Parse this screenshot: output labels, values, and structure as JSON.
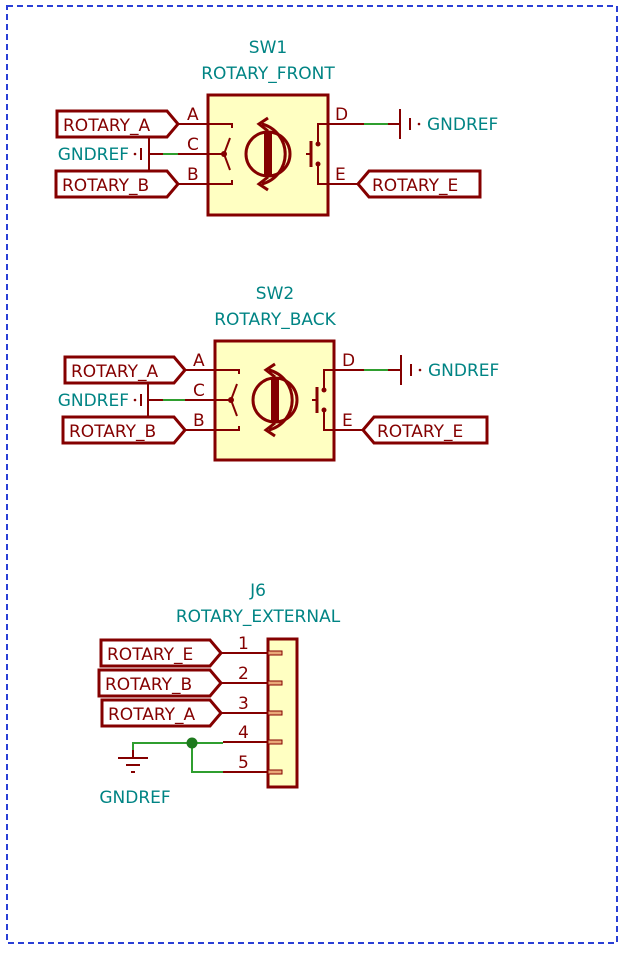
{
  "sheet": {
    "border_color": "#2a3fd6",
    "wire_color": "#840000",
    "net_color": "#2f9e2f",
    "text_color": "#008484",
    "body_fill": "#ffffc2"
  },
  "components": {
    "sw1": {
      "reference": "SW1",
      "value": "ROTARY_FRONT",
      "pins": {
        "a": "A",
        "b": "B",
        "c": "C",
        "d": "D",
        "e": "E"
      },
      "labels": {
        "a": "ROTARY_A",
        "b": "ROTARY_B",
        "e": "ROTARY_E"
      },
      "power": {
        "left": "GNDREF",
        "right": "GNDREF"
      }
    },
    "sw2": {
      "reference": "SW2",
      "value": "ROTARY_BACK",
      "pins": {
        "a": "A",
        "b": "B",
        "c": "C",
        "d": "D",
        "e": "E"
      },
      "labels": {
        "a": "ROTARY_A",
        "b": "ROTARY_B",
        "e": "ROTARY_E"
      },
      "power": {
        "left": "GNDREF",
        "right": "GNDREF"
      }
    },
    "j6": {
      "reference": "J6",
      "value": "ROTARY_EXTERNAL",
      "pins": [
        "1",
        "2",
        "3",
        "4",
        "5"
      ],
      "labels": [
        "ROTARY_E",
        "ROTARY_B",
        "ROTARY_A"
      ],
      "power": "GNDREF"
    }
  }
}
